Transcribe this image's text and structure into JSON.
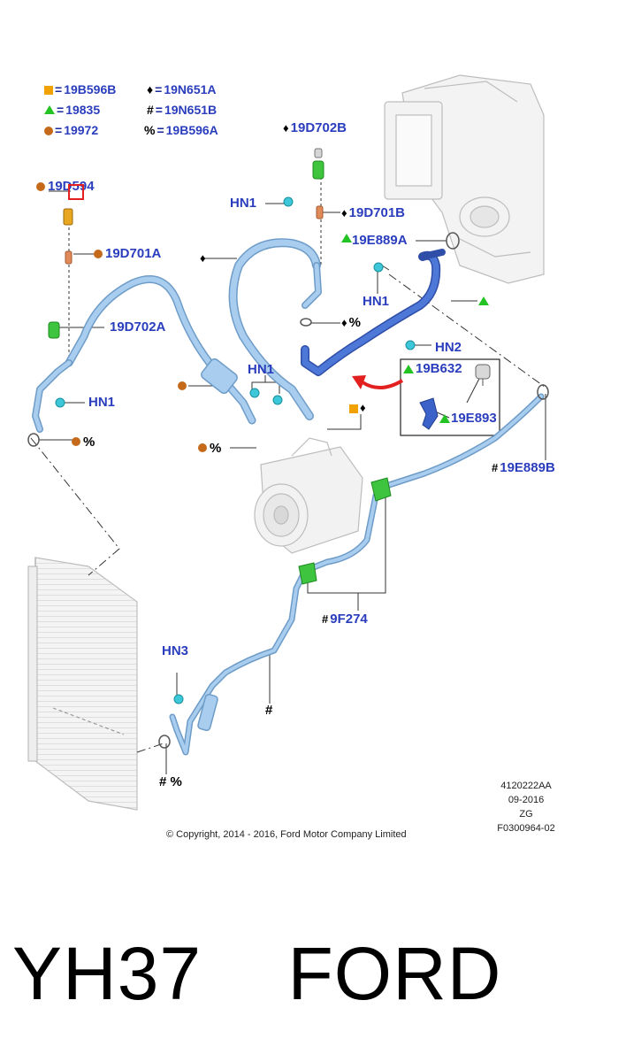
{
  "legend": [
    {
      "symbol": "orange-square",
      "color": "#f2a200",
      "part": "19B596B"
    },
    {
      "symbol": "green-triangle",
      "color": "#22c322",
      "part": "19835"
    },
    {
      "symbol": "brown-circle",
      "color": "#c56a1a",
      "part": "19972"
    },
    {
      "symbol": "♦",
      "part": "19N651A"
    },
    {
      "symbol": "#",
      "part": "19N651B"
    },
    {
      "symbol": "%",
      "part": "19B596A"
    }
  ],
  "legend_eq": "=",
  "callouts": {
    "c_19d702b": "19D702B",
    "c_19d594": "19D594",
    "c_hn1_top": "HN1",
    "c_19d701b": "19D701B",
    "c_19e889a": "19E889A",
    "c_19d701a": "19D701A",
    "c_hn1_right": "HN1",
    "c_19d702a": "19D702A",
    "c_pct_top": "%",
    "c_hn2": "HN2",
    "c_19b632": "19B632",
    "c_hn1_mid": "HN1",
    "c_19e893": "19E893",
    "c_hn1_left": "HN1",
    "c_pct_left": "%",
    "c_pct_mid": "%",
    "c_19e889b": "19E889B",
    "c_9f274": "9F274",
    "c_hn3": "HN3",
    "c_hash_lower": "#",
    "c_hash_pct_bottom": "# %"
  },
  "prefix": {
    "diamond": "♦",
    "hash": "#"
  },
  "copyright": "© Copyright, 2014 - 2016, Ford Motor Company Limited",
  "drawing_info": [
    "4120222AA",
    "09-2016",
    "ZG",
    "F0300964-02"
  ],
  "caption": "YH37    FORD",
  "colors": {
    "label_blue": "#2a3dbd",
    "pipe_light": "#9cc3e6",
    "pipe_dark": "#3b62c8",
    "fitting_green": "#3ec43e",
    "fitting_cyan": "#3cc8d8",
    "arrow_red": "#e22020"
  }
}
